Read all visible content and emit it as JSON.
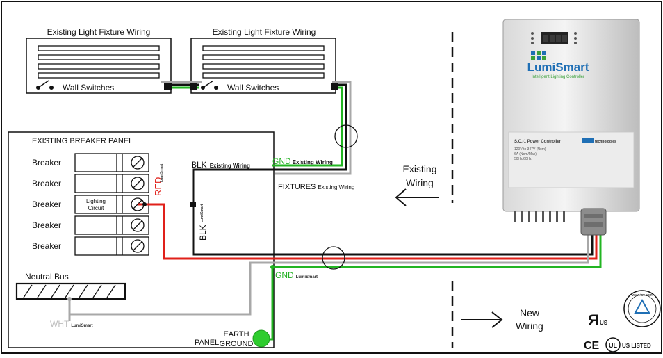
{
  "fixtures": {
    "left_title": "Existing Light Fixture Wiring",
    "right_title": "Existing Light Fixture Wiring",
    "left_switch_label": "Wall Switches",
    "right_switch_label": "Wall Switches"
  },
  "panel": {
    "title": "EXISTING BREAKER PANEL",
    "breakers": [
      "Breaker",
      "Breaker",
      "Breaker",
      "Breaker",
      "Breaker"
    ],
    "lighting_circuit_line1": "Lighting",
    "lighting_circuit_line2": "Circuit",
    "neutral_bus": "Neutral Bus",
    "panel_label": "PANEL",
    "earth_ground_line1": "EARTH",
    "earth_ground_line2": "GROUND"
  },
  "wires": {
    "red": "RED",
    "blk_top": "BLK",
    "blk_top_suffix": "Existing Wiring",
    "blk_vertical": "BLK",
    "gnd_top": "GND",
    "gnd_top_suffix": "Existing Wiring",
    "fixtures": "FIXTURES",
    "fixtures_suffix": "Existing Wiring",
    "gnd_bottom": "GND",
    "wht": "WHT"
  },
  "legend": {
    "existing_line1": "Existing",
    "existing_line2": "Wiring",
    "new_line1": "New",
    "new_line2": "Wiring"
  },
  "brand": {
    "name": "LumiSmart",
    "tagline": "Intelligent Lighting Controller",
    "small_mark": "LumiSmart",
    "device_line1": "S.C.-1 Power Controller",
    "device_line2": "120V to 347V (Nom)",
    "device_line3": "6A (Nom/Max)",
    "device_line4": "50Hz/60Hz",
    "tech_badge": "technologies"
  },
  "certs": {
    "ru_us": "US",
    "ce": "CE",
    "ul": "UL",
    "ul_listed": "US LISTED",
    "tuv_text": "www.tuv.com"
  },
  "colors": {
    "black_wire": "#111111",
    "red_wire": "#e0201a",
    "green_wire": "#22b522",
    "white_wire": "#a8a8a8",
    "gnd_text": "#21b021",
    "red_text": "#e0201a",
    "earth_ground": "#2ecc2e",
    "brand_blue": "#1f6fb5",
    "brand_green": "#3aa13a"
  }
}
